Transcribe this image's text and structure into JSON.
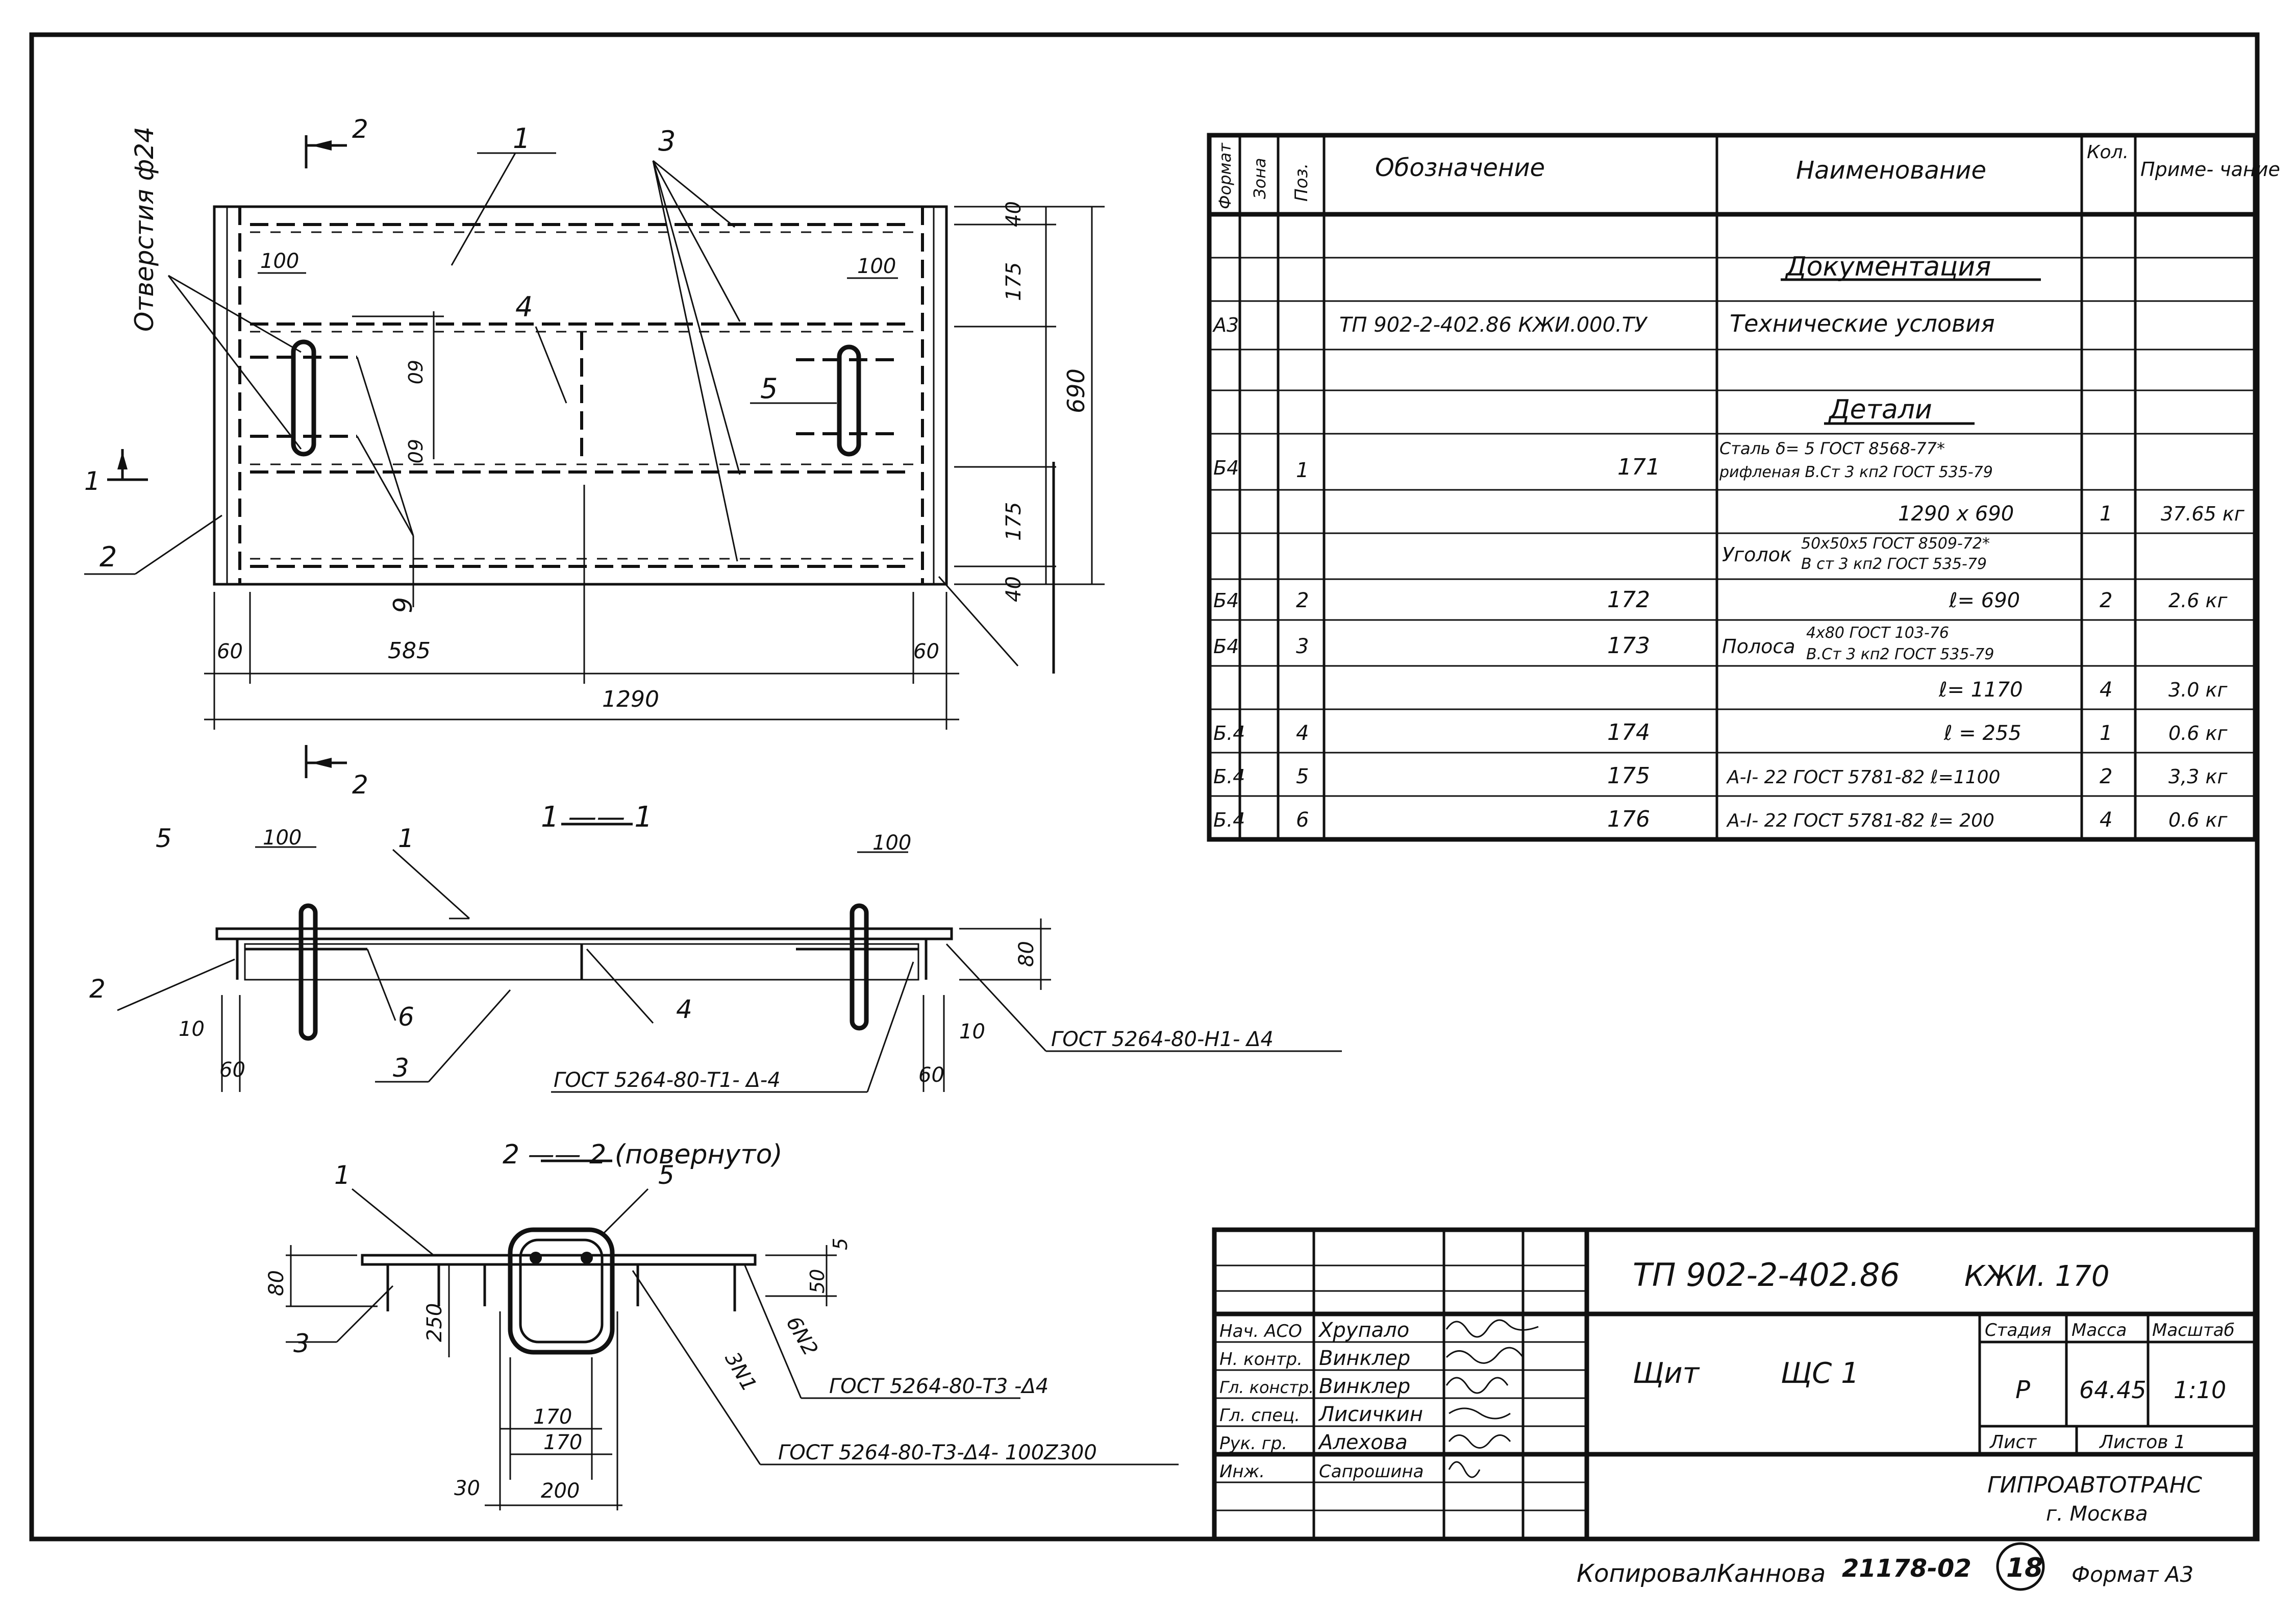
{
  "plan": {
    "section_mark_top": "2",
    "section_mark_bottom": "2",
    "section_mark_left": "1",
    "holes_label": "Отверстия ф24",
    "positions": [
      "1",
      "2",
      "3",
      "4",
      "5",
      "6"
    ],
    "dims": {
      "d100_left": "100",
      "d100_right": "100",
      "d60_a": "60",
      "d60_b": "60",
      "d40_top": "40",
      "d175_top": "175",
      "d690": "690",
      "d175_bot": "175",
      "d40_bot": "40",
      "d60_left": "60",
      "d585": "585",
      "d60_right": "60",
      "d1290": "1290"
    }
  },
  "section11": {
    "title": "1 —— 1",
    "positions": [
      "5",
      "1",
      "2",
      "6",
      "3",
      "4"
    ],
    "dims": {
      "d100_left": "100",
      "d100_right": "100",
      "d80": "80",
      "d10_left": "10",
      "d60_left": "60",
      "d10_right": "10",
      "d60_right": "60"
    },
    "weld1": "ГОСТ 5264-80-Т1- Δ-4",
    "weld2": "ГОСТ 5264-80-Н1- Δ4"
  },
  "section22": {
    "title": "2 —— 2 (повернуто)",
    "positions": [
      "1",
      "5",
      "3"
    ],
    "dims": {
      "d80": "80",
      "d250": "250",
      "d5": "5",
      "d50": "50",
      "d170_a": "170",
      "d170_b": "170",
      "d30": "30",
      "d200": "200"
    },
    "mark_6n2": "6N2",
    "mark_3n1": "3N1",
    "weld1": "ГОСТ 5264-80-Т3 -Δ4",
    "weld2": "ГОСТ 5264-80-Т3-Δ4- 100Z300"
  },
  "spec": {
    "headers": [
      "Формат",
      "Зона",
      "Поз.",
      "Обозначение",
      "Наименование",
      "Кол.",
      "Приме- чание"
    ],
    "section_docs": "Документация",
    "section_details": "Детали",
    "rows": [
      {
        "fmt": "А3",
        "pos": "",
        "desig": "ТП 902-2-402.86 КЖИ.000.ТУ",
        "name": "Технические условия",
        "qty": "",
        "note": ""
      },
      {
        "fmt": "Б4",
        "pos": "1",
        "desig": "171",
        "name_a": "Сталь  δ= 5 ГОСТ 8568-77*",
        "name_b": "рифленая  В.Ст 3 кп2 ГОСТ 535-79",
        "qty": "",
        "note": ""
      },
      {
        "fmt": "",
        "pos": "",
        "desig": "",
        "name": "1290 х 690",
        "qty": "1",
        "note": "37.65 кг"
      },
      {
        "fmt": "",
        "pos": "",
        "desig": "",
        "name_lbl": "Уголок",
        "name_a": "50х50х5 ГОСТ 8509-72*",
        "name_b": "В ст 3 кп2 ГОСТ 535-79",
        "qty": "",
        "note": ""
      },
      {
        "fmt": "Б4",
        "pos": "2",
        "desig": "172",
        "name": "ℓ= 690",
        "qty": "2",
        "note": "2.6 кг"
      },
      {
        "fmt": "Б4",
        "pos": "3",
        "desig": "173",
        "name_lbl": "Полоса",
        "name_a": "4х80  ГОСТ 103-76",
        "name_b": "В.Ст 3 кп2 ГОСТ 535-79",
        "qty": "",
        "note": ""
      },
      {
        "fmt": "",
        "pos": "",
        "desig": "",
        "name": "ℓ= 1170",
        "qty": "4",
        "note": "3.0 кг"
      },
      {
        "fmt": "Б.4",
        "pos": "4",
        "desig": "174",
        "name": "ℓ = 255",
        "qty": "1",
        "note": "0.6 кг"
      },
      {
        "fmt": "Б.4",
        "pos": "5",
        "desig": "175",
        "name": "А-I- 22 ГОСТ 5781-82  ℓ=1100",
        "qty": "2",
        "note": "3,3 кг"
      },
      {
        "fmt": "Б.4",
        "pos": "6",
        "desig": "176",
        "name": "А-I- 22 ГОСТ 5781-82  ℓ= 200",
        "qty": "4",
        "note": "0.6 кг"
      }
    ]
  },
  "titleblock": {
    "code": "ТП 902-2-402.86",
    "mark": "КЖИ. 170",
    "name": "Щит",
    "name2": "ЩС 1",
    "roles": [
      "Нач. АСО",
      "Н. контр.",
      "Гл. констр.",
      "Гл. спец.",
      "Рук. гр.",
      "Инж."
    ],
    "people": [
      "Хрупало",
      "Винклер",
      "Винклер",
      "Лисичкин",
      "Алехова",
      "Сапрошина"
    ],
    "stage_h": "Стадия",
    "mass_h": "Масса",
    "scale_h": "Масштаб",
    "stage": "Р",
    "mass": "64.45",
    "scale": "1:10",
    "sheet": "Лист",
    "sheets": "Листов 1",
    "org1": "ГИПРОАВТОТРАНС",
    "org2": "г. Москва"
  },
  "footer": {
    "copied": "Копировал",
    "copier": "Каннова",
    "number": "21178-02",
    "page": "18",
    "format": "Формат А3"
  }
}
